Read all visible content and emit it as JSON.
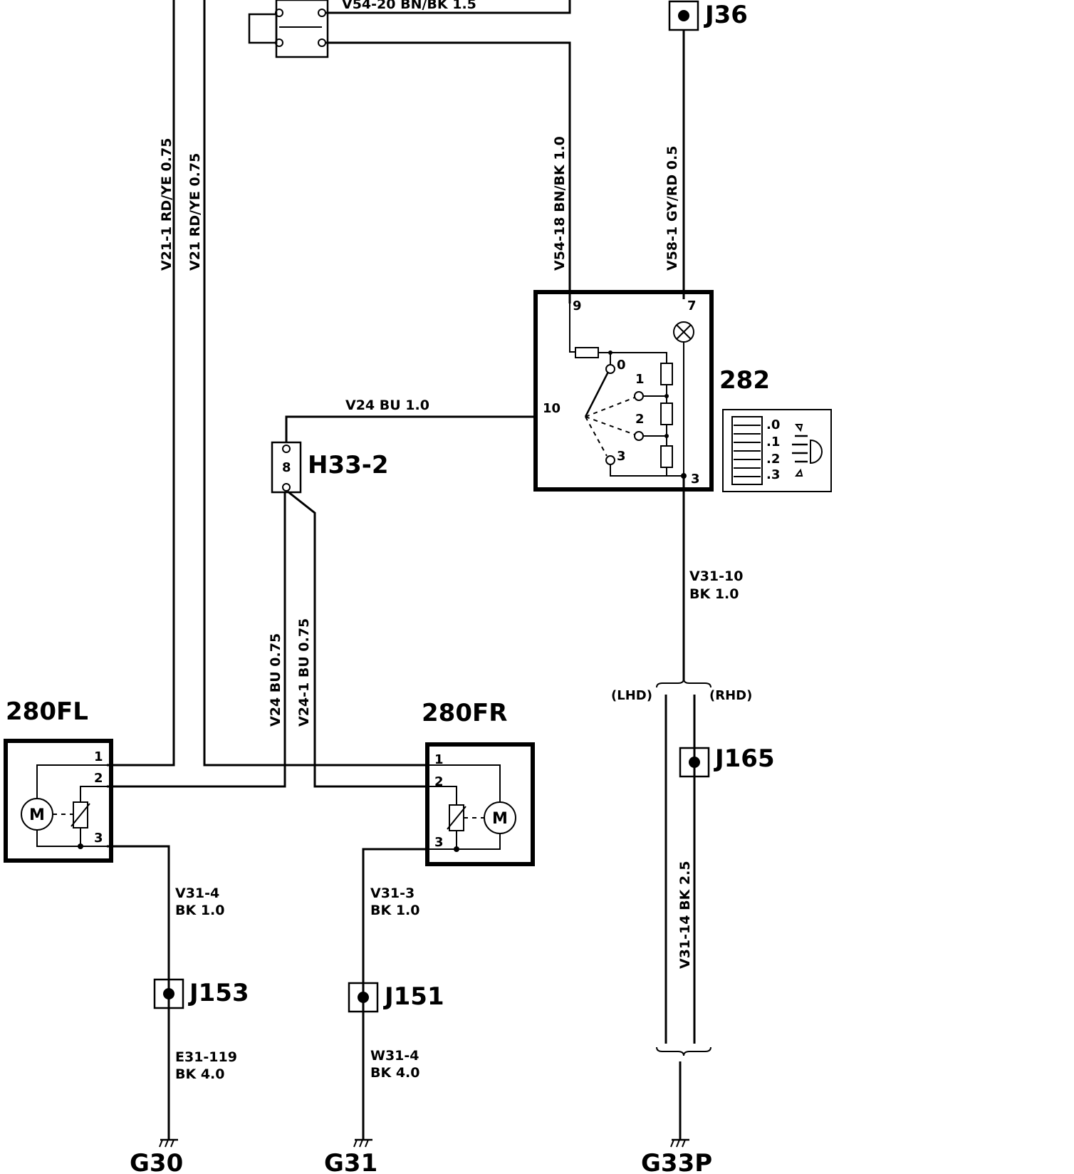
{
  "components": {
    "c280fl": "280FL",
    "c280fr": "280FR",
    "c282": "282",
    "h33_2": "H33-2",
    "h33_2_pin": "8",
    "j36": "J36",
    "j165": "J165",
    "j153": "J153",
    "j151": "J151",
    "g30": "G30",
    "g31": "G31",
    "g33p": "G33P",
    "motor": "M"
  },
  "wires": {
    "v54_20": "V54-20   BN/BK  1.5",
    "v21_1": "V21-1   RD/YE  0.75",
    "v21": "V21   RD/YE  0.75",
    "v54_18": "V54-18   BN/BK  1.0",
    "v58_1": "V58-1   GY/RD  0.5",
    "v24_top": "V24   BU  1.0",
    "v24_075": "V24   BU  0.75",
    "v24_1": "V24-1   BU  0.75",
    "v31_10_id": "V31-10",
    "v31_10_spec": "BK  1.0",
    "v31_14": "V31-14   BK  2.5",
    "v31_4_id": "V31-4",
    "v31_4_spec": "BK  1.0",
    "v31_3_id": "V31-3",
    "v31_3_spec": "BK  1.0",
    "e31_119_id": "E31-119",
    "e31_119_spec": "BK  4.0",
    "w31_4_id": "W31-4",
    "w31_4_spec": "BK  4.0",
    "lhd": "(LHD)",
    "rhd": "(RHD)"
  },
  "pins": {
    "p282_9": "9",
    "p282_7": "7",
    "p282_10": "10",
    "p282_3": "3",
    "sw0": "0",
    "sw1": "1",
    "sw2": "2",
    "sw3": "3",
    "fl1": "1",
    "fl2": "2",
    "fl3": "3",
    "fr1": "1",
    "fr2": "2",
    "fr3": "3"
  },
  "legend": {
    "pos0": ".0",
    "pos1": ".1",
    "pos2": ".2",
    "pos3": ".3"
  }
}
